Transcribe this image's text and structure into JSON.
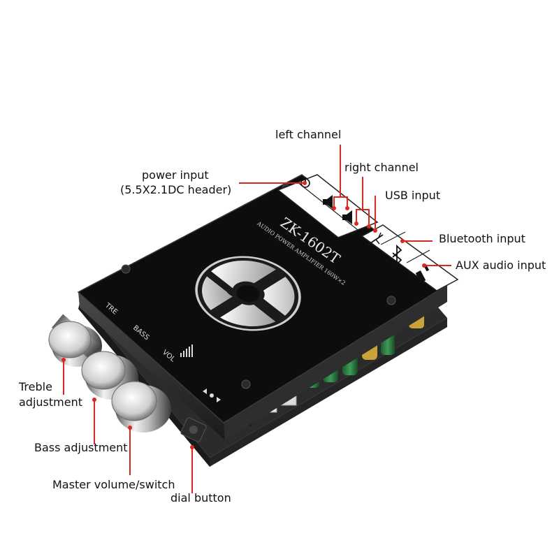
{
  "colors": {
    "leader": "#d9281f",
    "board_top": "#0c0c0c",
    "label_text": "#111111"
  },
  "board": {
    "model": "ZK-1602T",
    "subtitle": "AUDIO POWER AMPLIFIER 160W×2",
    "knob_labels": {
      "treble": "TRE",
      "bass": "BASS",
      "volume": "VOL"
    }
  },
  "callouts": {
    "left_channel": "left channel",
    "right_channel": "right channel",
    "power_input": "power input",
    "power_input_detail": "(5.5X2.1DC header)",
    "usb_input": "USB input",
    "bluetooth_input": "Bluetooth input",
    "aux_input": "AUX audio input",
    "treble": "Treble\nadjustment",
    "bass": "Bass adjustment",
    "master_volume": "Master volume/switch",
    "dial_button": "dial button"
  },
  "icons": {
    "power": "power-icon",
    "usb": "usb-icon",
    "bluetooth": "bluetooth-icon",
    "aux": "headphone-jack-icon",
    "speaker": "speaker-icon"
  }
}
